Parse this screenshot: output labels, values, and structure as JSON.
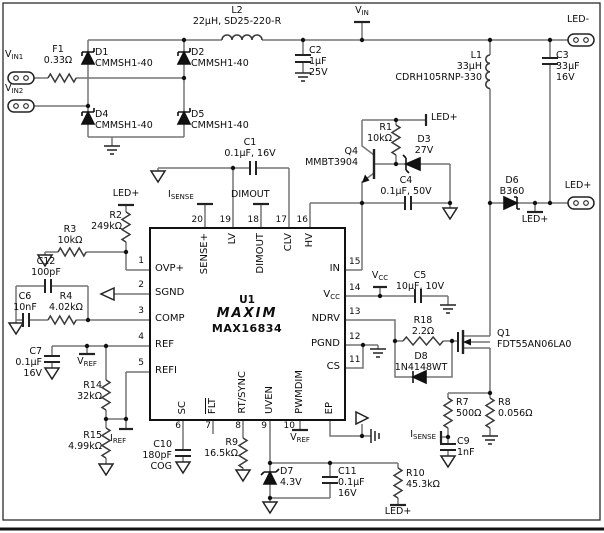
{
  "nets": {
    "vin": {
      "base": "V",
      "sub": "IN"
    },
    "vin1": {
      "base": "V",
      "sub": "IN1"
    },
    "vin2": {
      "base": "V",
      "sub": "IN2"
    },
    "vcc": {
      "base": "V",
      "sub": "CC"
    },
    "vref": {
      "base": "V",
      "sub": "REF"
    },
    "iref": {
      "base": "I",
      "sub": "REF"
    },
    "isense": {
      "base": "I",
      "sub": "SENSE"
    },
    "led_plus": "LED+",
    "led_minus": "LED-",
    "dimout": "DIMOUT"
  },
  "components": {
    "f1": {
      "ref": "F1",
      "value": "0.33Ω"
    },
    "d1": {
      "ref": "D1",
      "value": "CMMSH1-40"
    },
    "d2": {
      "ref": "D2",
      "value": "CMMSH1-40"
    },
    "d4": {
      "ref": "D4",
      "value": "CMMSH1-40"
    },
    "d5": {
      "ref": "D5",
      "value": "CMMSH1-40"
    },
    "l2": {
      "ref": "L2",
      "value": "22µH, SD25-220-R"
    },
    "c2": {
      "ref": "C2",
      "value": "1µF\n25V"
    },
    "l1": {
      "ref": "L1",
      "value": "33µH\nCDRH105RNP-330"
    },
    "c3": {
      "ref": "C3",
      "value": "33µF\n16V"
    },
    "d6": {
      "ref": "D6",
      "value": "B360"
    },
    "r1": {
      "ref": "R1",
      "value": "10kΩ"
    },
    "d3": {
      "ref": "D3",
      "value": "27V"
    },
    "q4": {
      "ref": "Q4",
      "value": "MMBT3904"
    },
    "c4": {
      "ref": "C4",
      "value": "0.1µF, 50V"
    },
    "c1": {
      "ref": "C1",
      "value": "0.1µF, 16V"
    },
    "r2": {
      "ref": "R2",
      "value": "249kΩ"
    },
    "r3": {
      "ref": "R3",
      "value": "10kΩ"
    },
    "c12": {
      "ref": "C12",
      "value": "100pF"
    },
    "c6": {
      "ref": "C6",
      "value": "10nF"
    },
    "r4": {
      "ref": "R4",
      "value": "4.02kΩ"
    },
    "c7": {
      "ref": "C7",
      "value": "0.1µF\n16V"
    },
    "r14": {
      "ref": "R14",
      "value": "32kΩ"
    },
    "r15": {
      "ref": "R15",
      "value": "4.99kΩ"
    },
    "c10": {
      "ref": "C10",
      "value": "180pF\nCOG"
    },
    "r9": {
      "ref": "R9",
      "value": "16.5kΩ"
    },
    "d7": {
      "ref": "D7",
      "value": "4.3V"
    },
    "c11": {
      "ref": "C11",
      "value": "0.1µF\n16V"
    },
    "r10": {
      "ref": "R10",
      "value": "45.3kΩ"
    },
    "c5": {
      "ref": "C5",
      "value": "10µF, 10V"
    },
    "r18": {
      "ref": "R18",
      "value": "2.2Ω"
    },
    "d8": {
      "ref": "D8",
      "value": "1N4148WT"
    },
    "q1": {
      "ref": "Q1",
      "value": "FDT55AN06LA0"
    },
    "r7": {
      "ref": "R7",
      "value": "500Ω"
    },
    "r8": {
      "ref": "R8",
      "value": "0.056Ω"
    },
    "c9": {
      "ref": "C9",
      "value": "1nF"
    }
  },
  "ic": {
    "ref": "U1",
    "brand": "MAXIM",
    "part": "MAX16834",
    "pins": {
      "left": [
        {
          "num": "1",
          "label": "OVP+"
        },
        {
          "num": "2",
          "label": "SGND"
        },
        {
          "num": "3",
          "label": "COMP"
        },
        {
          "num": "4",
          "label": "REF"
        },
        {
          "num": "5",
          "label": "REFI"
        }
      ],
      "right": [
        {
          "num": "15",
          "label": "IN"
        },
        {
          "num": "14",
          "base": "V",
          "sub": "CC"
        },
        {
          "num": "13",
          "label": "NDRV"
        },
        {
          "num": "12",
          "label": "PGND"
        },
        {
          "num": "11",
          "label": "CS"
        }
      ],
      "top": [
        {
          "num": "20",
          "label": "SENSE+"
        },
        {
          "num": "19",
          "label": "LV"
        },
        {
          "num": "18",
          "label": "DIMOUT"
        },
        {
          "num": "17",
          "label": "CLV"
        },
        {
          "num": "16",
          "label": "HV"
        }
      ],
      "bottom": [
        {
          "num": "6",
          "label": "SC"
        },
        {
          "num": "7",
          "label": "FLT"
        },
        {
          "num": "8",
          "label": "RT/SYNC"
        },
        {
          "num": "9",
          "label": "UVEN"
        },
        {
          "num": "10",
          "label": "PWMDIM"
        },
        {
          "label": "EP"
        }
      ]
    }
  }
}
